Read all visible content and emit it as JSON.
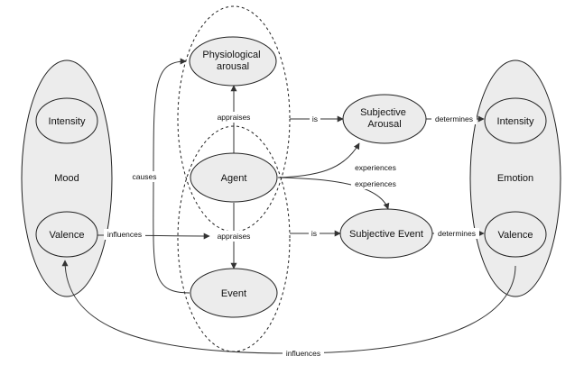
{
  "nodes": {
    "mood_intensity": "Intensity",
    "mood": "Mood",
    "mood_valence": "Valence",
    "physiological_arousal": [
      "Physiological",
      "arousal"
    ],
    "agent": "Agent",
    "event": "Event",
    "subjective_arousal": [
      "Subjective",
      "Arousal"
    ],
    "subjective_event": "Subjective Event",
    "emotion_intensity": "Intensity",
    "emotion": "Emotion",
    "emotion_valence": "Valence"
  },
  "edges": {
    "causes": "causes",
    "appraises_top": "appraises",
    "appraises_bottom": "appraises",
    "influences_valence": "influences",
    "is_top": "is",
    "is_bottom": "is",
    "experiences_top": "experiences",
    "experiences_bottom": "experiences",
    "determines_top": "determines",
    "determines_bottom": "determines",
    "influences_bottom": "influences"
  },
  "colors": {
    "node_fill": "#ececec",
    "stroke": "#222222",
    "background": "#ffffff"
  }
}
